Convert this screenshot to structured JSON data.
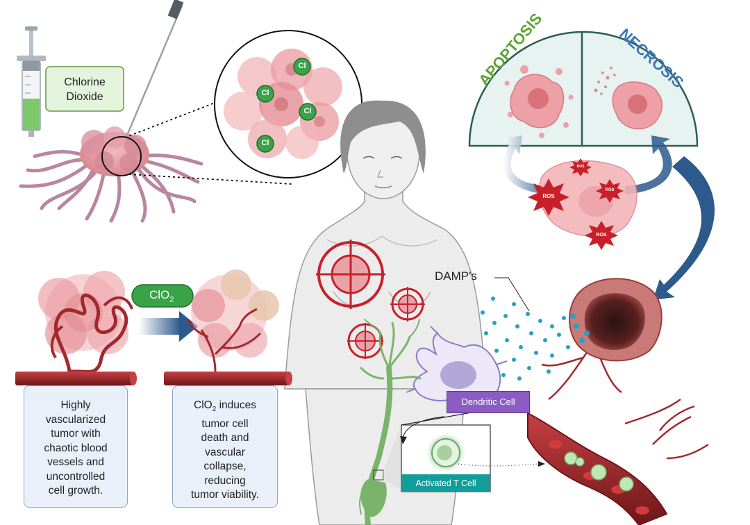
{
  "labels": {
    "chlorine_line1": "Chlorine",
    "chlorine_line2": "Dioxide",
    "cl": "Cl",
    "apoptosis": "APOPTOSIS",
    "necrosis": "NECROSIS",
    "ros": "ROS",
    "clo2_pill_main": "ClO",
    "clo2_pill_sub": "2",
    "damps": "DAMP's",
    "dendritic_cell": "Dendritic Cell",
    "activated_t_cell": "Activated T Cell"
  },
  "notes": {
    "left": [
      "Highly",
      "vascularized",
      "tumor with",
      "chaotic blood",
      "vessels and",
      "uncontrolled",
      "cell growth."
    ],
    "right_first_main": "ClO",
    "right_first_sub": "2",
    "right_first_rest": " induces",
    "right": [
      "tumor cell",
      "death and",
      "vascular",
      "collapse,",
      "reducing",
      "tumor viability."
    ]
  },
  "colors": {
    "apoptosis_green": "#5aa532",
    "necrosis_blue": "#3c76b4",
    "tumor_pink": "#e49aa0",
    "target_red": "#c8202a",
    "vessel_red": "#a3282b",
    "dendritic_purple": "#8a5cc4",
    "tcell_teal": "#1f9aa0",
    "arrow_navy": "#2d5a8c"
  }
}
